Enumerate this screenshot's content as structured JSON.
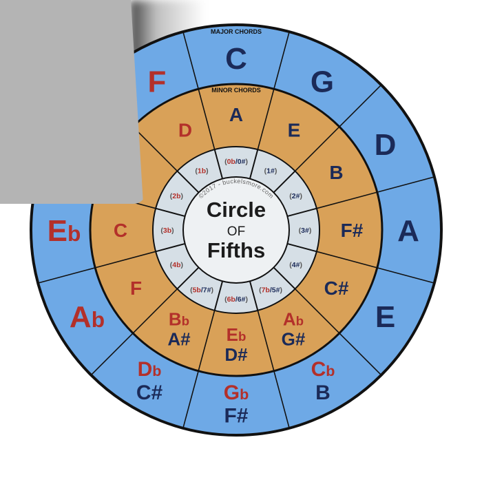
{
  "colors": {
    "blue": "#6ea9e6",
    "orange": "#d9a158",
    "ring": "#d6dfe6",
    "center": "#eef1f3",
    "red": "#b3302a",
    "navy": "#1b2a58",
    "line": "#111111",
    "paper": "#b4b4b4"
  },
  "headers": {
    "major": "MAJOR CHORDS",
    "minor": "MINOR CHORDS"
  },
  "center": {
    "line1": "Circle",
    "line2": "OF",
    "line3": "Fifths",
    "copyright": "©2017 - buckelsmore.com"
  },
  "major": [
    [
      {
        "t": "C",
        "c": "navy"
      }
    ],
    [
      {
        "t": "G",
        "c": "navy"
      }
    ],
    [
      {
        "t": "D",
        "c": "navy"
      }
    ],
    [
      {
        "t": "A",
        "c": "navy"
      }
    ],
    [
      {
        "t": "E",
        "c": "navy"
      }
    ],
    [
      {
        "t": "Cb",
        "c": "red"
      },
      {
        "t": "B",
        "c": "navy"
      }
    ],
    [
      {
        "t": "Gb",
        "c": "red"
      },
      {
        "t": "F#",
        "c": "navy"
      }
    ],
    [
      {
        "t": "Db",
        "c": "red"
      },
      {
        "t": "C#",
        "c": "navy"
      }
    ],
    [
      {
        "t": "Ab",
        "c": "red"
      }
    ],
    [
      {
        "t": "Eb",
        "c": "red"
      }
    ],
    [],
    [
      {
        "t": "F",
        "c": "red"
      }
    ]
  ],
  "minor": [
    [
      {
        "t": "A",
        "c": "navy"
      }
    ],
    [
      {
        "t": "E",
        "c": "navy"
      }
    ],
    [
      {
        "t": "B",
        "c": "navy"
      }
    ],
    [
      {
        "t": "F#",
        "c": "navy"
      }
    ],
    [
      {
        "t": "C#",
        "c": "navy"
      }
    ],
    [
      {
        "t": "Ab",
        "c": "red"
      },
      {
        "t": "G#",
        "c": "navy"
      }
    ],
    [
      {
        "t": "Eb",
        "c": "red"
      },
      {
        "t": "D#",
        "c": "navy"
      }
    ],
    [
      {
        "t": "Bb",
        "c": "red"
      },
      {
        "t": "A#",
        "c": "navy"
      }
    ],
    [
      {
        "t": "F",
        "c": "red"
      }
    ],
    [
      {
        "t": "C",
        "c": "red"
      }
    ],
    [],
    [
      {
        "t": "D",
        "c": "red"
      }
    ]
  ],
  "signatures": [
    [
      {
        "t": "(",
        "c": "gray"
      },
      {
        "t": "0b",
        "c": "red"
      },
      {
        "t": "/0#",
        "c": "navy"
      },
      {
        "t": ")",
        "c": "gray"
      }
    ],
    [
      {
        "t": "(",
        "c": "gray"
      },
      {
        "t": "1#",
        "c": "navy"
      },
      {
        "t": ")",
        "c": "gray"
      }
    ],
    [
      {
        "t": "(",
        "c": "gray"
      },
      {
        "t": "2#",
        "c": "navy"
      },
      {
        "t": ")",
        "c": "gray"
      }
    ],
    [
      {
        "t": "(",
        "c": "gray"
      },
      {
        "t": "3#",
        "c": "navy"
      },
      {
        "t": ")",
        "c": "gray"
      }
    ],
    [
      {
        "t": "(",
        "c": "gray"
      },
      {
        "t": "4#",
        "c": "navy"
      },
      {
        "t": ")",
        "c": "gray"
      }
    ],
    [
      {
        "t": "(",
        "c": "gray"
      },
      {
        "t": "7b",
        "c": "red"
      },
      {
        "t": "/5#",
        "c": "navy"
      },
      {
        "t": ")",
        "c": "gray"
      }
    ],
    [
      {
        "t": "(",
        "c": "gray"
      },
      {
        "t": "6b",
        "c": "red"
      },
      {
        "t": "/6#",
        "c": "navy"
      },
      {
        "t": ")",
        "c": "gray"
      }
    ],
    [
      {
        "t": "(",
        "c": "gray"
      },
      {
        "t": "5b",
        "c": "red"
      },
      {
        "t": "/7#",
        "c": "navy"
      },
      {
        "t": ")",
        "c": "gray"
      }
    ],
    [
      {
        "t": "(",
        "c": "gray"
      },
      {
        "t": "4b",
        "c": "red"
      },
      {
        "t": ")",
        "c": "gray"
      }
    ],
    [
      {
        "t": "(",
        "c": "gray"
      },
      {
        "t": "3b",
        "c": "red"
      },
      {
        "t": ")",
        "c": "gray"
      }
    ],
    [
      {
        "t": "(",
        "c": "gray"
      },
      {
        "t": "2b",
        "c": "red"
      },
      {
        "t": ")",
        "c": "gray"
      }
    ],
    [
      {
        "t": "(",
        "c": "gray"
      },
      {
        "t": "1b",
        "c": "red"
      },
      {
        "t": ")",
        "c": "gray"
      }
    ]
  ]
}
